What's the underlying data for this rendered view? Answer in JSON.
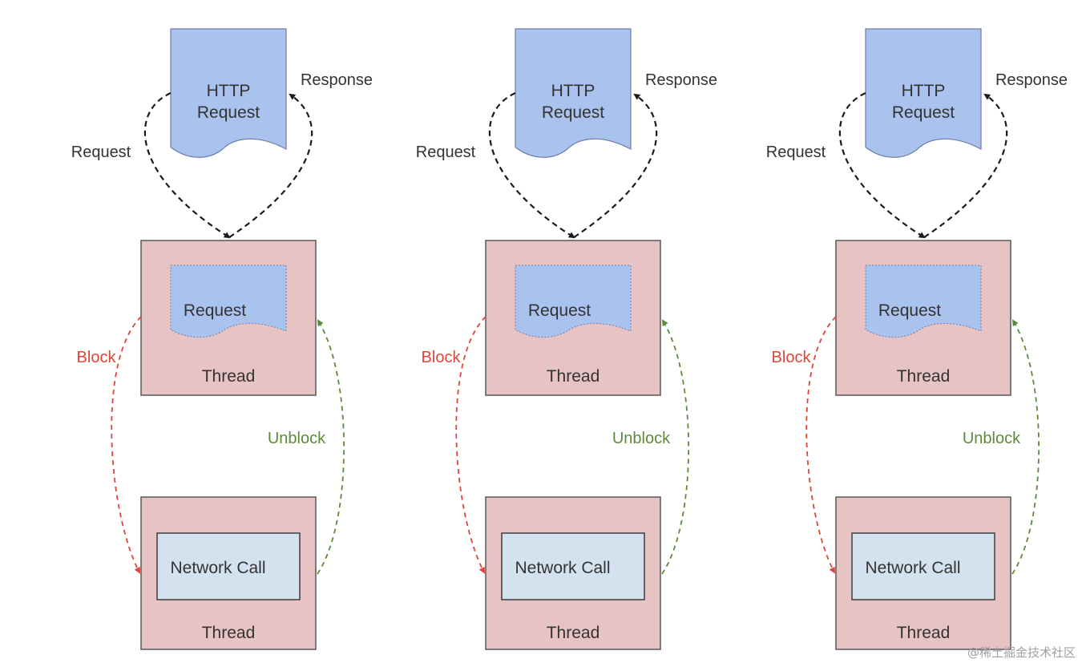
{
  "colors": {
    "doc_fill": "#a9c2ee",
    "doc_stroke": "#6b7ea8",
    "thread_fill": "#e8c3c3",
    "thread_stroke": "#595959",
    "network_fill": "#d4e2f0",
    "request_arrow": "#1a1a1a",
    "block_arrow": "#e0443a",
    "unblock_arrow": "#5b8a3c",
    "label_text": "#333333",
    "block_text": "#e0443a",
    "unblock_text": "#5b8a3c"
  },
  "icons": {
    "http_request_document": "document-shape",
    "request_document": "document-shape"
  },
  "panels": [
    {
      "http_request_line1": "HTTP",
      "http_request_line2": "Request",
      "response_label": "Response",
      "request_label": "Request",
      "inner_request_label": "Request",
      "thread_top_label": "Thread",
      "block_label": "Block",
      "unblock_label": "Unblock",
      "network_call_label": "Network Call",
      "thread_bottom_label": "Thread"
    },
    {
      "http_request_line1": "HTTP",
      "http_request_line2": "Request",
      "response_label": "Response",
      "request_label": "Request",
      "inner_request_label": "Request",
      "thread_top_label": "Thread",
      "block_label": "Block",
      "unblock_label": "Unblock",
      "network_call_label": "Network Call",
      "thread_bottom_label": "Thread"
    },
    {
      "http_request_line1": "HTTP",
      "http_request_line2": "Request",
      "response_label": "Response",
      "request_label": "Request",
      "inner_request_label": "Request",
      "thread_top_label": "Thread",
      "block_label": "Block",
      "unblock_label": "Unblock",
      "network_call_label": "Network Call",
      "thread_bottom_label": "Thread"
    }
  ],
  "watermark": "@稀土掘金技术社区"
}
